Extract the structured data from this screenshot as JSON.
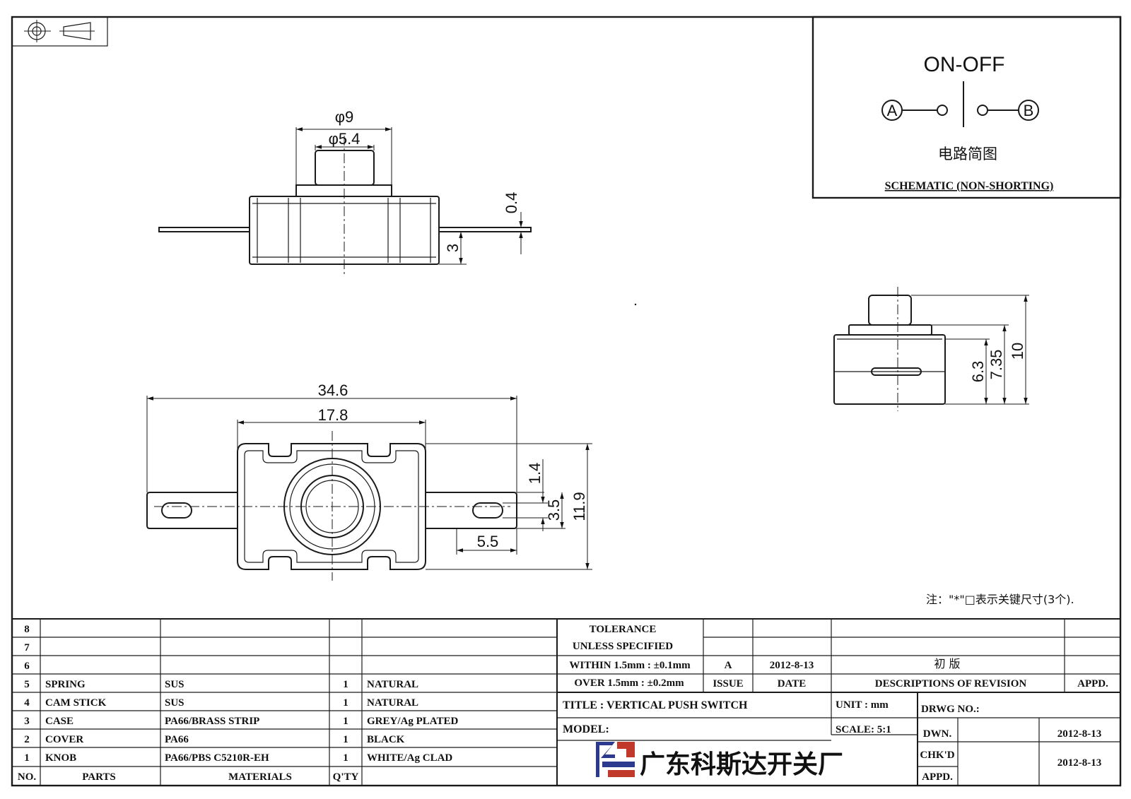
{
  "schematic": {
    "title": "ON-OFF",
    "terminal_a": "A",
    "terminal_b": "B",
    "label_cn": "电路简图",
    "label_en": "SCHEMATIC (NON-SHORTING)"
  },
  "dims": {
    "phi9": "φ9",
    "phi54": "φ5.4",
    "d04": "0.4",
    "d3": "3",
    "d346": "34.6",
    "d178": "17.8",
    "d14": "1.4",
    "d35": "3.5",
    "d119": "11.9",
    "d55": "5.5",
    "d63": "6.3",
    "d735": "7.35",
    "d10": "10"
  },
  "note": "注：\"*\"□表示关键尺寸(3个).",
  "bom": {
    "rows": [
      {
        "no": "8",
        "part": "",
        "material": "",
        "qty": "",
        "finish": ""
      },
      {
        "no": "7",
        "part": "",
        "material": "",
        "qty": "",
        "finish": ""
      },
      {
        "no": "6",
        "part": "",
        "material": "",
        "qty": "",
        "finish": ""
      },
      {
        "no": "5",
        "part": "SPRING",
        "material": "SUS",
        "qty": "1",
        "finish": "NATURAL"
      },
      {
        "no": "4",
        "part": "CAM STICK",
        "material": "SUS",
        "qty": "1",
        "finish": "NATURAL"
      },
      {
        "no": "3",
        "part": "CASE",
        "material": "PA66/BRASS STRIP",
        "qty": "1",
        "finish": "GREY/Ag PLATED"
      },
      {
        "no": "2",
        "part": "COVER",
        "material": "PA66",
        "qty": "1",
        "finish": "BLACK"
      },
      {
        "no": "1",
        "part": "KNOB",
        "material": "PA66/PBS C5210R-EH",
        "qty": "1",
        "finish": "WHITE/Ag CLAD"
      }
    ],
    "header_no": "NO.",
    "header_parts": "PARTS",
    "header_materials": "MATERIALS",
    "header_qty": "Q'TY"
  },
  "title_block": {
    "tolerance_1": "TOLERANCE",
    "tolerance_2": "UNLESS  SPECIFIED",
    "tolerance_3": "WITHIN 1.5mm : ±0.1mm",
    "tolerance_4": "OVER 1.5mm : ±0.2mm",
    "rev_issue": "A",
    "rev_date": "2012-8-13",
    "rev_desc": "初 版",
    "hdr_issue": "ISSUE",
    "hdr_date": "DATE",
    "hdr_desc": "DESCRIPTIONS OF REVISION",
    "hdr_appd": "APPD.",
    "title": "TITLE :  VERTICAL PUSH SWITCH",
    "unit": "UNIT :  mm",
    "drwg_no": "DRWG NO.:",
    "model": "MODEL:",
    "scale": "SCALE:  5:1",
    "dwn": "DWN.",
    "dwn_date": "2012-8-13",
    "chkd": "CHK'D",
    "appd": "APPD.",
    "chk_date": "2012-8-13",
    "company": "广东科斯达开关厂"
  }
}
